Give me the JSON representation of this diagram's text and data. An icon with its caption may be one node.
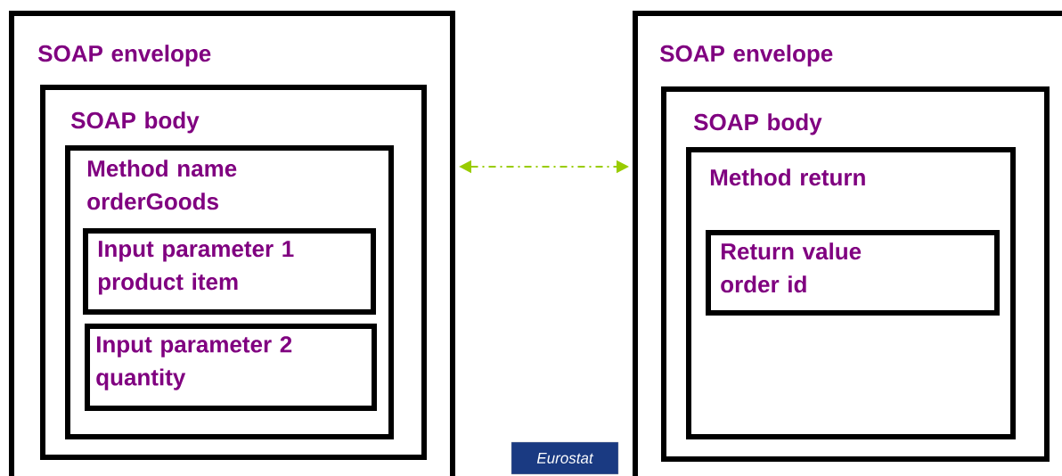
{
  "diagram": {
    "nodes": [
      {
        "text": [
          "SOAP envelope"
        ]
      },
      {
        "text": [
          "SOAP body"
        ],
        "in": 0
      },
      {
        "text": [
          "Method name orderGoods"
        ],
        "in": 1
      },
      {
        "text": [
          "Input parameter 1 product item"
        ],
        "in": 2
      },
      {
        "text": [
          "Input parameter 2 quantity"
        ],
        "in": 2
      },
      {
        "text": [
          "SOAP envelope"
        ]
      },
      {
        "text": [
          "SOAP body"
        ],
        "in": 5
      },
      {
        "text": [
          "Method return"
        ],
        "in": 6
      },
      {
        "text": [
          "Return value order id"
        ],
        "in": 7
      },
      {
        "text": [
          "Eurostat"
        ]
      }
    ],
    "edges": [
      {
        "from": 0,
        "to": 5,
        "arrow": "both",
        "style": "dashed",
        "color": "#99cc00"
      }
    ]
  }
}
